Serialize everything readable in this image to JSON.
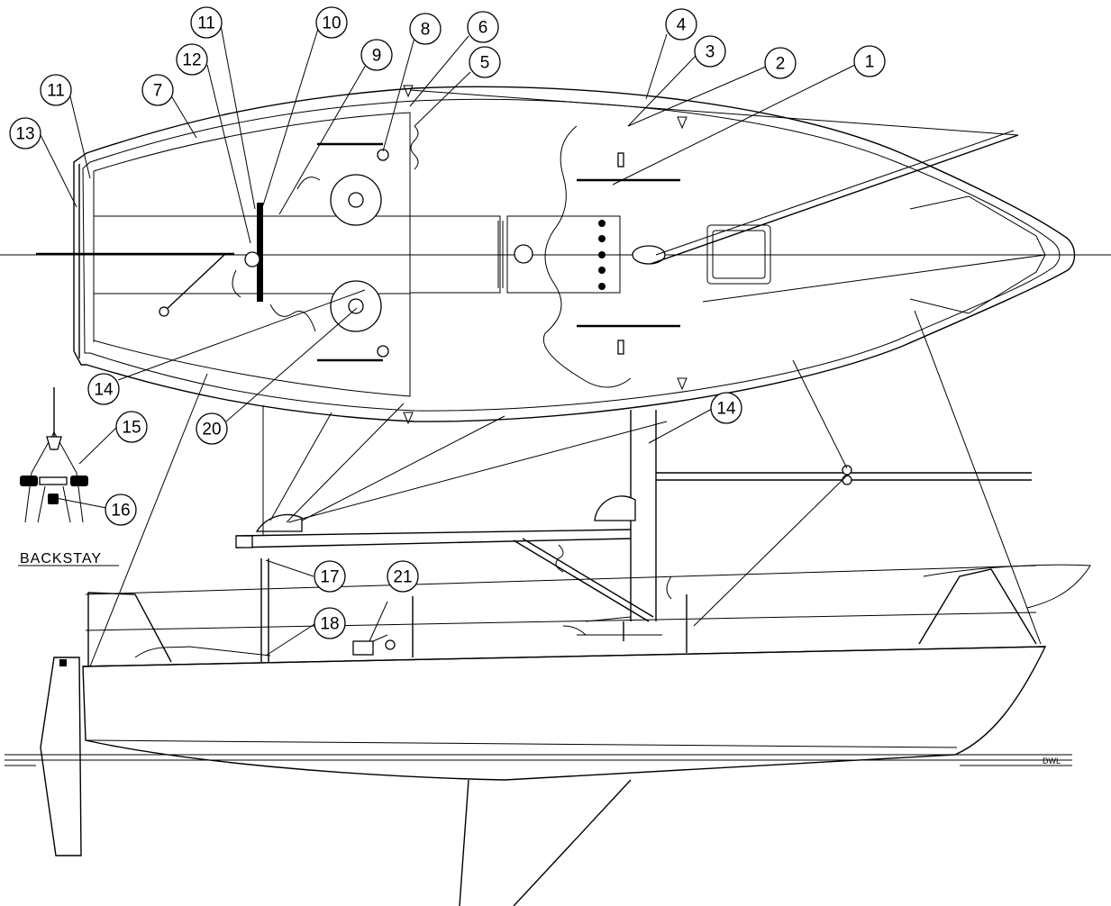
{
  "callouts": [
    {
      "id": "1",
      "text": "1"
    },
    {
      "id": "2",
      "text": "2"
    },
    {
      "id": "3",
      "text": "3"
    },
    {
      "id": "4",
      "text": "4"
    },
    {
      "id": "5",
      "text": "5"
    },
    {
      "id": "6",
      "text": "6"
    },
    {
      "id": "7",
      "text": "7"
    },
    {
      "id": "8",
      "text": "8"
    },
    {
      "id": "9",
      "text": "9"
    },
    {
      "id": "10",
      "text": "10"
    },
    {
      "id": "11a",
      "text": "11"
    },
    {
      "id": "11b",
      "text": "11"
    },
    {
      "id": "12",
      "text": "12"
    },
    {
      "id": "13",
      "text": "13"
    },
    {
      "id": "14a",
      "text": "14"
    },
    {
      "id": "14b",
      "text": "14"
    },
    {
      "id": "15",
      "text": "15"
    },
    {
      "id": "16",
      "text": "16"
    },
    {
      "id": "17",
      "text": "17"
    },
    {
      "id": "18",
      "text": "18"
    },
    {
      "id": "20",
      "text": "20"
    },
    {
      "id": "21",
      "text": "21"
    }
  ],
  "labels": {
    "backstay": "BACKSTAY",
    "dwl": "DWL"
  }
}
